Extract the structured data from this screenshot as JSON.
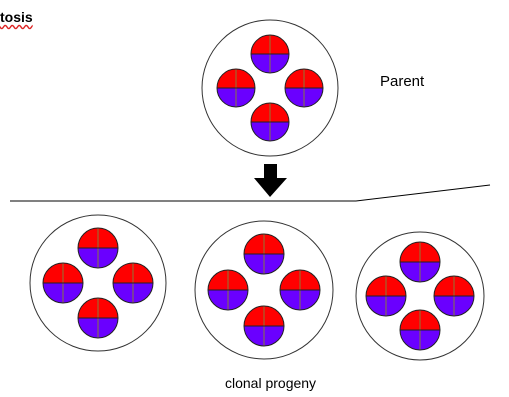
{
  "labels": {
    "title": "tosis",
    "parent": "Parent",
    "progeny": "clonal progeny"
  },
  "colors": {
    "maternal": "#ff0000",
    "paternal": "#6a00ff",
    "outline": "#222222",
    "divider": "#8a7a3a"
  },
  "icons": {
    "arrow": "arrow-down-icon"
  }
}
